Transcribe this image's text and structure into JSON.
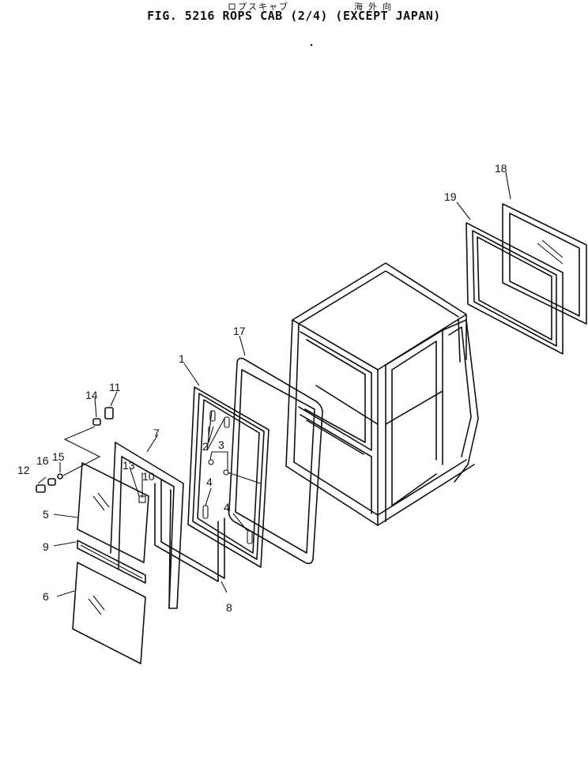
{
  "header": {
    "subtitle_left": "ロプスキャブ",
    "subtitle_right": "海 外 向",
    "title": "FIG. 5216  ROPS CAB (2/4) (EXCEPT JAPAN)"
  },
  "callouts": [
    {
      "id": "c1",
      "label": "1"
    },
    {
      "id": "c2",
      "label": "2"
    },
    {
      "id": "c3",
      "label": "3"
    },
    {
      "id": "c4a",
      "label": "4"
    },
    {
      "id": "c4b",
      "label": "4"
    },
    {
      "id": "c5",
      "label": "5"
    },
    {
      "id": "c6",
      "label": "6"
    },
    {
      "id": "c7",
      "label": "7"
    },
    {
      "id": "c8",
      "label": "8"
    },
    {
      "id": "c9",
      "label": "9"
    },
    {
      "id": "c10",
      "label": "10"
    },
    {
      "id": "c11",
      "label": "11"
    },
    {
      "id": "c12",
      "label": "12"
    },
    {
      "id": "c13",
      "label": "13"
    },
    {
      "id": "c14",
      "label": "14"
    },
    {
      "id": "c15",
      "label": "15"
    },
    {
      "id": "c16",
      "label": "16"
    },
    {
      "id": "c17",
      "label": "17"
    },
    {
      "id": "c18",
      "label": "18"
    },
    {
      "id": "c19",
      "label": "19"
    }
  ]
}
